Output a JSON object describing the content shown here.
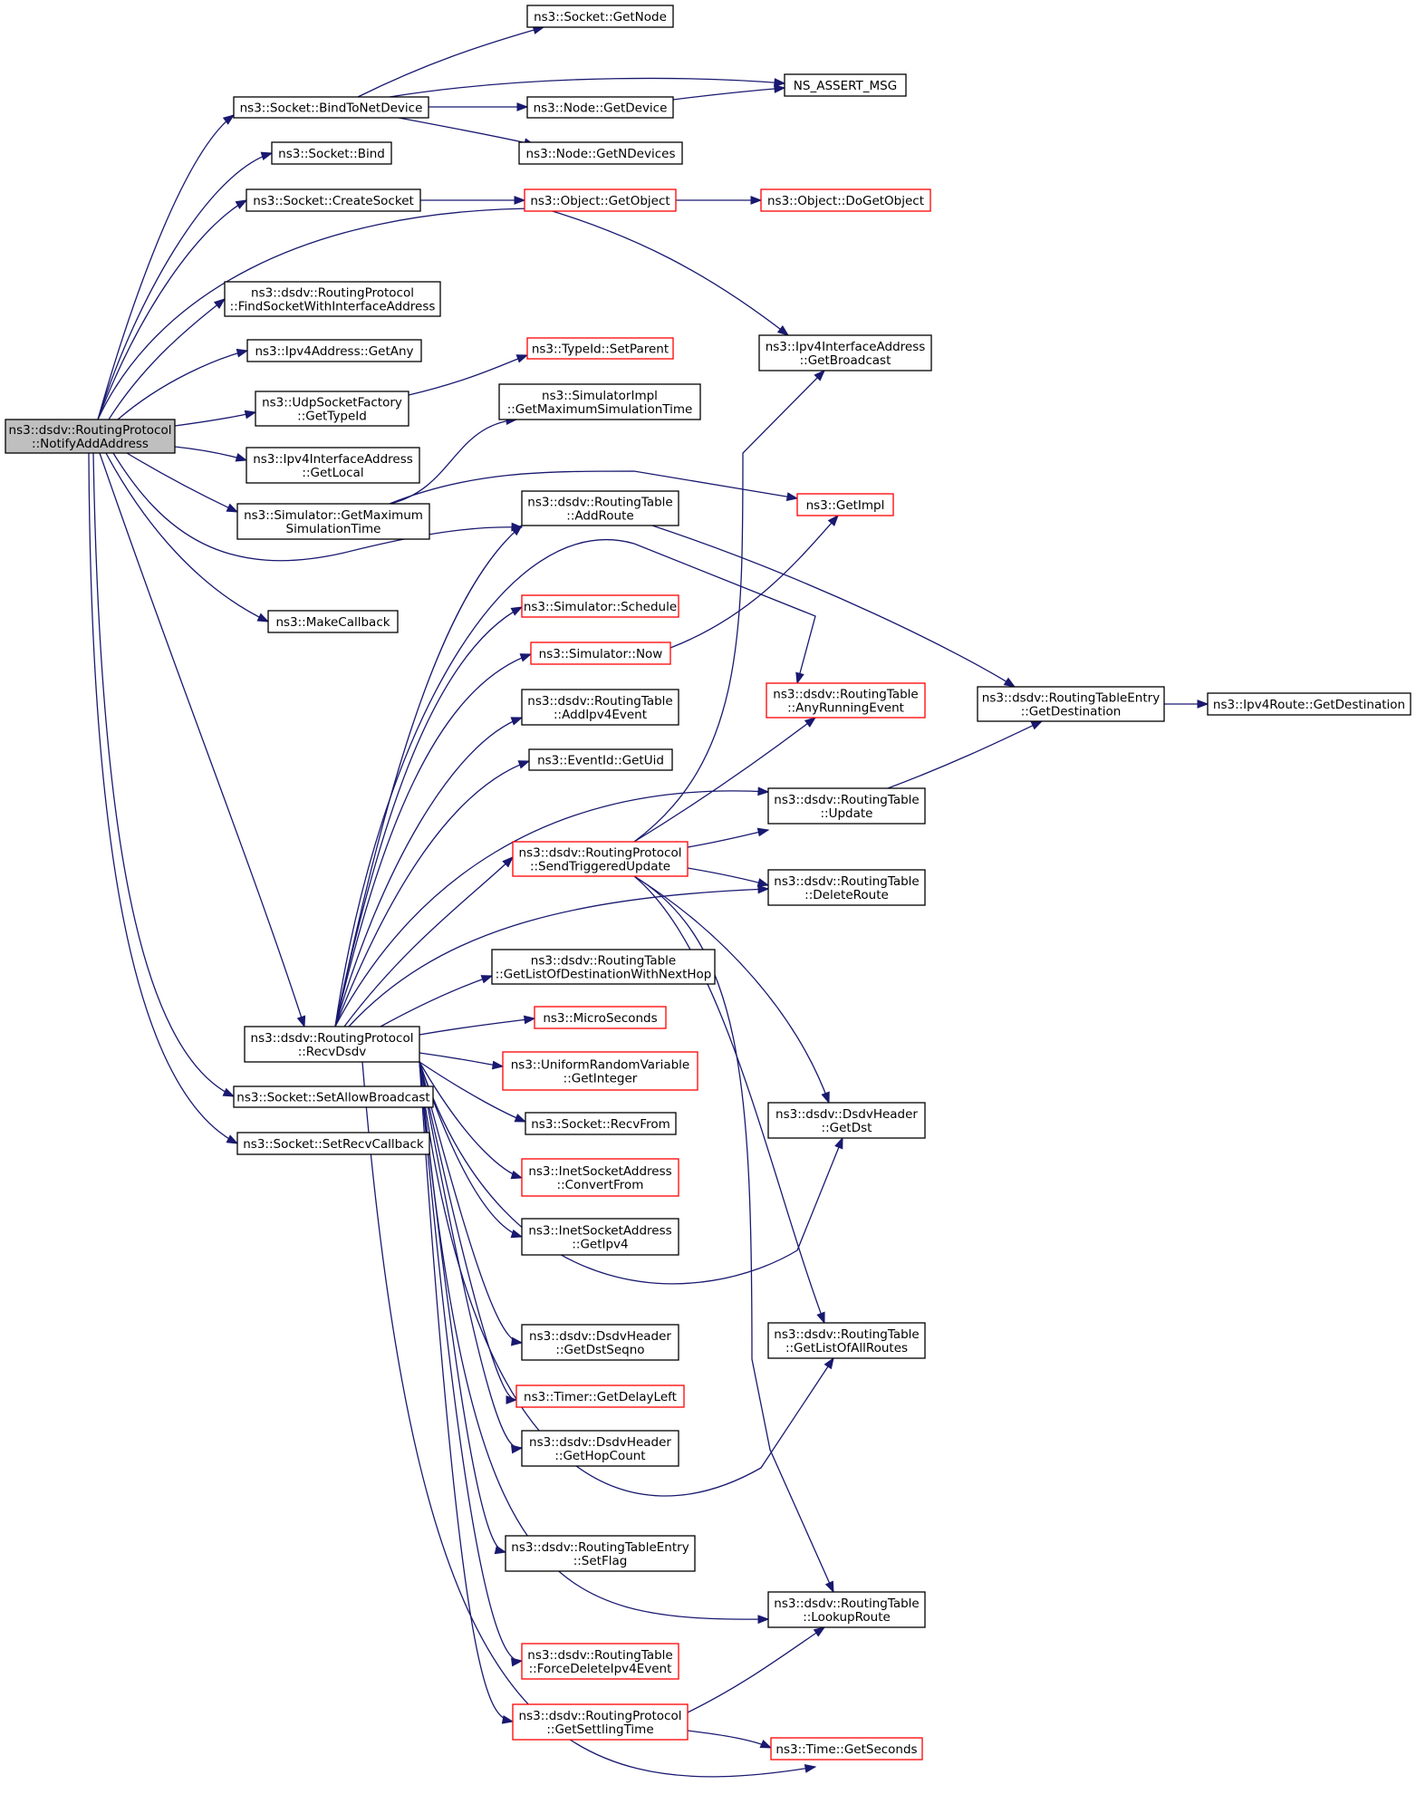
{
  "nodes": {
    "root": {
      "lines": [
        "ns3::dsdv::RoutingProtocol",
        "::NotifyAddAddress"
      ],
      "style": "root"
    },
    "bindToNetDevice": {
      "lines": [
        "ns3::Socket::BindToNetDevice"
      ],
      "style": "normal"
    },
    "getNode": {
      "lines": [
        "ns3::Socket::GetNode"
      ],
      "style": "normal"
    },
    "nsAssert": {
      "lines": [
        "NS_ASSERT_MSG"
      ],
      "style": "normal"
    },
    "nodeGetDevice": {
      "lines": [
        "ns3::Node::GetDevice"
      ],
      "style": "normal"
    },
    "nodeGetNDevices": {
      "lines": [
        "ns3::Node::GetNDevices"
      ],
      "style": "normal"
    },
    "socketBind": {
      "lines": [
        "ns3::Socket::Bind"
      ],
      "style": "normal"
    },
    "createSocket": {
      "lines": [
        "ns3::Socket::CreateSocket"
      ],
      "style": "normal"
    },
    "getObject": {
      "lines": [
        "ns3::Object::GetObject"
      ],
      "style": "red"
    },
    "doGetObject": {
      "lines": [
        "ns3::Object::DoGetObject"
      ],
      "style": "red"
    },
    "findSocket": {
      "lines": [
        "ns3::dsdv::RoutingProtocol",
        "::FindSocketWithInterfaceAddress"
      ],
      "style": "normal"
    },
    "getBroadcast": {
      "lines": [
        "ns3::Ipv4InterfaceAddress",
        "::GetBroadcast"
      ],
      "style": "normal"
    },
    "getAny": {
      "lines": [
        "ns3::Ipv4Address::GetAny"
      ],
      "style": "normal"
    },
    "setParent": {
      "lines": [
        "ns3::TypeId::SetParent"
      ],
      "style": "red"
    },
    "udpGetTypeId": {
      "lines": [
        "ns3::UdpSocketFactory",
        "::GetTypeId"
      ],
      "style": "normal"
    },
    "simImplGetMax": {
      "lines": [
        "ns3::SimulatorImpl",
        "::GetMaximumSimulationTime"
      ],
      "style": "normal"
    },
    "getLocal": {
      "lines": [
        "ns3::Ipv4InterfaceAddress",
        "::GetLocal"
      ],
      "style": "normal"
    },
    "simGetMax": {
      "lines": [
        "ns3::Simulator::GetMaximum",
        "SimulationTime"
      ],
      "style": "normal"
    },
    "getImpl": {
      "lines": [
        "ns3::GetImpl"
      ],
      "style": "red"
    },
    "addRoute": {
      "lines": [
        "ns3::dsdv::RoutingTable",
        "::AddRoute"
      ],
      "style": "normal"
    },
    "makeCallback": {
      "lines": [
        "ns3::MakeCallback"
      ],
      "style": "normal"
    },
    "simSchedule": {
      "lines": [
        "ns3::Simulator::Schedule"
      ],
      "style": "red"
    },
    "simNow": {
      "lines": [
        "ns3::Simulator::Now"
      ],
      "style": "red"
    },
    "anyRunningEvent": {
      "lines": [
        "ns3::dsdv::RoutingTable",
        "::AnyRunningEvent"
      ],
      "style": "red"
    },
    "rteGetDestination": {
      "lines": [
        "ns3::dsdv::RoutingTableEntry",
        "::GetDestination"
      ],
      "style": "normal"
    },
    "ipv4RouteGetDest": {
      "lines": [
        "ns3::Ipv4Route::GetDestination"
      ],
      "style": "normal"
    },
    "addIpv4Event": {
      "lines": [
        "ns3::dsdv::RoutingTable",
        "::AddIpv4Event"
      ],
      "style": "normal"
    },
    "eventIdGetUid": {
      "lines": [
        "ns3::EventId::GetUid"
      ],
      "style": "normal"
    },
    "rtUpdate": {
      "lines": [
        "ns3::dsdv::RoutingTable",
        "::Update"
      ],
      "style": "normal"
    },
    "sendTriggeredUpdate": {
      "lines": [
        "ns3::dsdv::RoutingProtocol",
        "::SendTriggeredUpdate"
      ],
      "style": "red"
    },
    "deleteRoute": {
      "lines": [
        "ns3::dsdv::RoutingTable",
        "::DeleteRoute"
      ],
      "style": "normal"
    },
    "getListWithNextHop": {
      "lines": [
        "ns3::dsdv::RoutingTable",
        "::GetListOfDestinationWithNextHop"
      ],
      "style": "normal"
    },
    "microSeconds": {
      "lines": [
        "ns3::MicroSeconds"
      ],
      "style": "red"
    },
    "recvDsdv": {
      "lines": [
        "ns3::dsdv::RoutingProtocol",
        "::RecvDsdv"
      ],
      "style": "normal"
    },
    "uniformGetInteger": {
      "lines": [
        "ns3::UniformRandomVariable",
        "::GetInteger"
      ],
      "style": "red"
    },
    "dsdvGetDst": {
      "lines": [
        "ns3::dsdv::DsdvHeader",
        "::GetDst"
      ],
      "style": "normal"
    },
    "setAllowBroadcast": {
      "lines": [
        "ns3::Socket::SetAllowBroadcast"
      ],
      "style": "normal"
    },
    "recvFrom": {
      "lines": [
        "ns3::Socket::RecvFrom"
      ],
      "style": "normal"
    },
    "setRecvCallback": {
      "lines": [
        "ns3::Socket::SetRecvCallback"
      ],
      "style": "normal"
    },
    "convertFrom": {
      "lines": [
        "ns3::InetSocketAddress",
        "::ConvertFrom"
      ],
      "style": "red"
    },
    "getIpv4": {
      "lines": [
        "ns3::InetSocketAddress",
        "::GetIpv4"
      ],
      "style": "normal"
    },
    "getDstSeqno": {
      "lines": [
        "ns3::dsdv::DsdvHeader",
        "::GetDstSeqno"
      ],
      "style": "normal"
    },
    "getListOfAllRoutes": {
      "lines": [
        "ns3::dsdv::RoutingTable",
        "::GetListOfAllRoutes"
      ],
      "style": "normal"
    },
    "getDelayLeft": {
      "lines": [
        "ns3::Timer::GetDelayLeft"
      ],
      "style": "red"
    },
    "getHopCount": {
      "lines": [
        "ns3::dsdv::DsdvHeader",
        "::GetHopCount"
      ],
      "style": "normal"
    },
    "setFlag": {
      "lines": [
        "ns3::dsdv::RoutingTableEntry",
        "::SetFlag"
      ],
      "style": "normal"
    },
    "lookupRoute": {
      "lines": [
        "ns3::dsdv::RoutingTable",
        "::LookupRoute"
      ],
      "style": "normal"
    },
    "forceDeleteIpv4Event": {
      "lines": [
        "ns3::dsdv::RoutingTable",
        "::ForceDeleteIpv4Event"
      ],
      "style": "red"
    },
    "getSettlingTime": {
      "lines": [
        "ns3::dsdv::RoutingProtocol",
        "::GetSettlingTime"
      ],
      "style": "red"
    },
    "timeGetSeconds": {
      "lines": [
        "ns3::Time::GetSeconds"
      ],
      "style": "red"
    }
  },
  "edges": [
    [
      "root",
      "bindToNetDevice"
    ],
    [
      "root",
      "socketBind"
    ],
    [
      "root",
      "createSocket"
    ],
    [
      "root",
      "getBroadcast"
    ],
    [
      "root",
      "findSocket"
    ],
    [
      "root",
      "getAny"
    ],
    [
      "root",
      "udpGetTypeId"
    ],
    [
      "root",
      "getLocal"
    ],
    [
      "root",
      "simGetMax"
    ],
    [
      "root",
      "addRoute"
    ],
    [
      "root",
      "makeCallback"
    ],
    [
      "root",
      "recvDsdv"
    ],
    [
      "root",
      "setAllowBroadcast"
    ],
    [
      "root",
      "setRecvCallback"
    ],
    [
      "bindToNetDevice",
      "getNode"
    ],
    [
      "bindToNetDevice",
      "nsAssert"
    ],
    [
      "bindToNetDevice",
      "nodeGetDevice"
    ],
    [
      "bindToNetDevice",
      "nodeGetNDevices"
    ],
    [
      "nodeGetDevice",
      "nsAssert"
    ],
    [
      "createSocket",
      "getObject"
    ],
    [
      "getObject",
      "doGetObject"
    ],
    [
      "udpGetTypeId",
      "setParent"
    ],
    [
      "simGetMax",
      "simImplGetMax"
    ],
    [
      "simGetMax",
      "getImpl"
    ],
    [
      "addRoute",
      "rteGetDestination"
    ],
    [
      "rteGetDestination",
      "ipv4RouteGetDest"
    ],
    [
      "simNow",
      "getImpl"
    ],
    [
      "rtUpdate",
      "rteGetDestination"
    ],
    [
      "recvDsdv",
      "addRoute"
    ],
    [
      "recvDsdv",
      "simSchedule"
    ],
    [
      "recvDsdv",
      "simNow"
    ],
    [
      "recvDsdv",
      "anyRunningEvent"
    ],
    [
      "recvDsdv",
      "addIpv4Event"
    ],
    [
      "recvDsdv",
      "eventIdGetUid"
    ],
    [
      "recvDsdv",
      "rtUpdate"
    ],
    [
      "recvDsdv",
      "sendTriggeredUpdate"
    ],
    [
      "recvDsdv",
      "deleteRoute"
    ],
    [
      "recvDsdv",
      "getListWithNextHop"
    ],
    [
      "recvDsdv",
      "microSeconds"
    ],
    [
      "recvDsdv",
      "uniformGetInteger"
    ],
    [
      "recvDsdv",
      "recvFrom"
    ],
    [
      "recvDsdv",
      "convertFrom"
    ],
    [
      "recvDsdv",
      "getIpv4"
    ],
    [
      "recvDsdv",
      "dsdvGetDst"
    ],
    [
      "recvDsdv",
      "getDstSeqno"
    ],
    [
      "recvDsdv",
      "getDelayLeft"
    ],
    [
      "recvDsdv",
      "getHopCount"
    ],
    [
      "recvDsdv",
      "getListOfAllRoutes"
    ],
    [
      "recvDsdv",
      "setFlag"
    ],
    [
      "recvDsdv",
      "lookupRoute"
    ],
    [
      "recvDsdv",
      "forceDeleteIpv4Event"
    ],
    [
      "recvDsdv",
      "getSettlingTime"
    ],
    [
      "recvDsdv",
      "timeGetSeconds"
    ],
    [
      "sendTriggeredUpdate",
      "getBroadcast"
    ],
    [
      "sendTriggeredUpdate",
      "anyRunningEvent"
    ],
    [
      "sendTriggeredUpdate",
      "rtUpdate"
    ],
    [
      "sendTriggeredUpdate",
      "deleteRoute"
    ],
    [
      "sendTriggeredUpdate",
      "dsdvGetDst"
    ],
    [
      "sendTriggeredUpdate",
      "getListOfAllRoutes"
    ],
    [
      "sendTriggeredUpdate",
      "lookupRoute"
    ],
    [
      "getSettlingTime",
      "lookupRoute"
    ],
    [
      "getSettlingTime",
      "timeGetSeconds"
    ]
  ]
}
